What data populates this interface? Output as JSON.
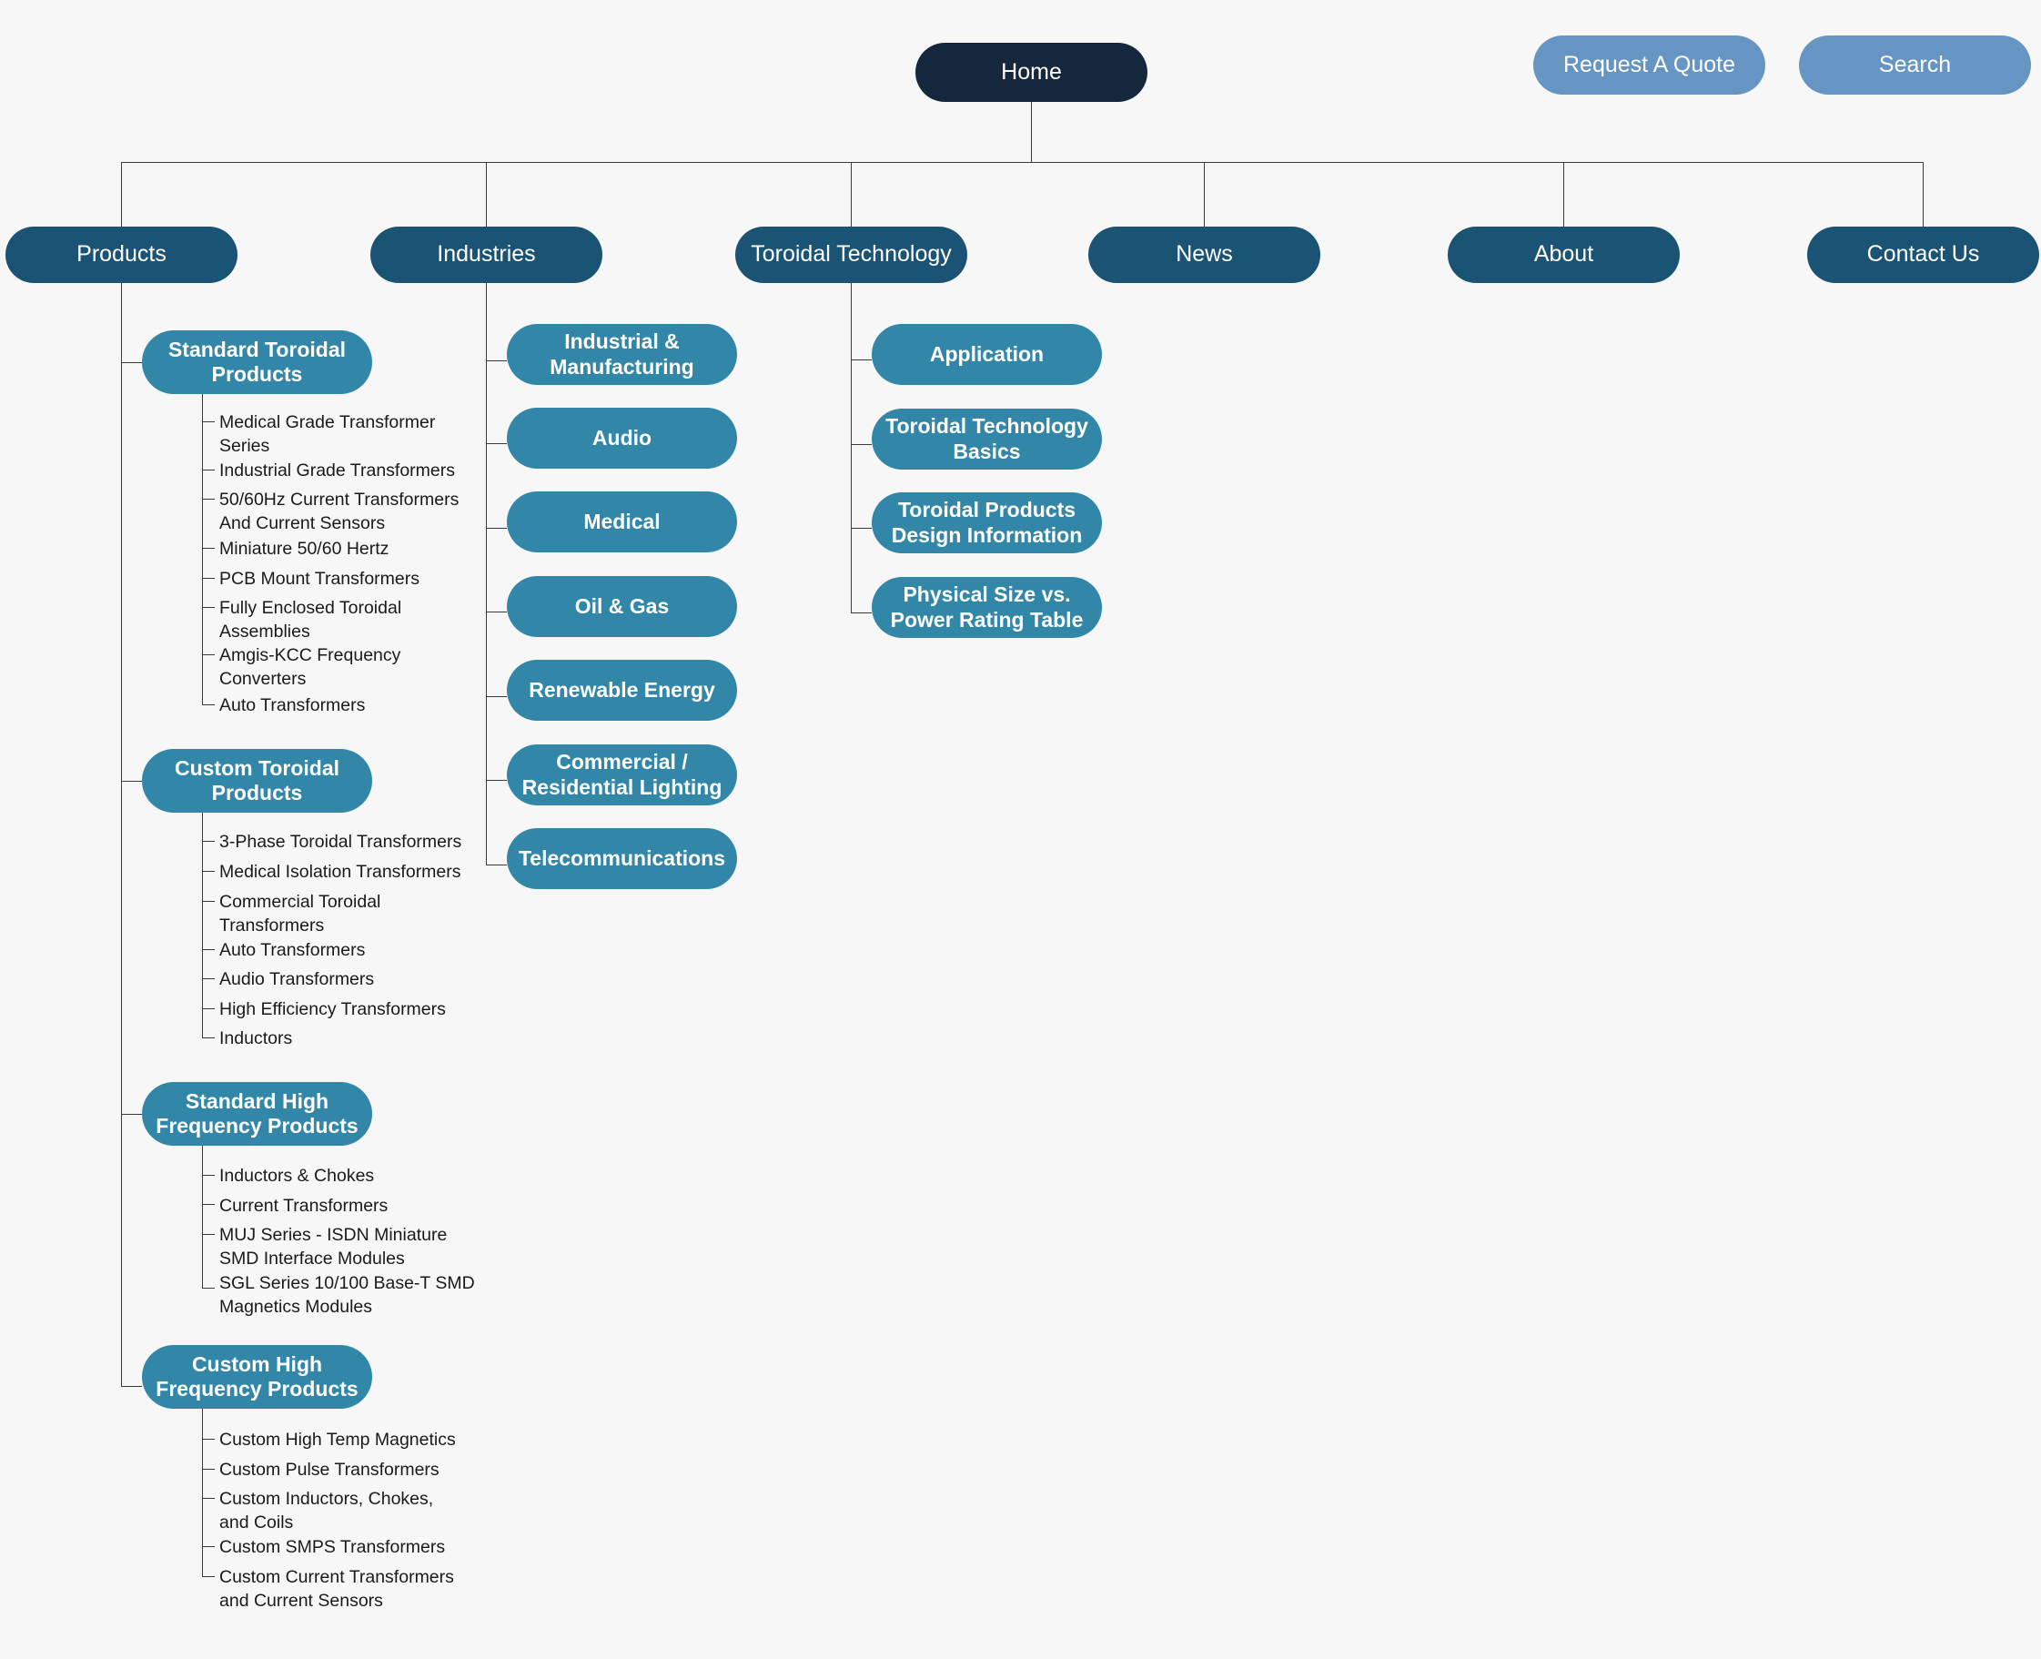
{
  "diagram": {
    "type": "sitemap-tree",
    "title": "Website Sitemap",
    "colors": {
      "background": "#f7f7f7",
      "root": "#15273c",
      "primary": "#1b5375",
      "sub": "#3287a8",
      "utility": "#6695c4",
      "line": "#3b3b3b",
      "leaf_text": "#1a1a1a",
      "node_text": "#ffffff"
    }
  },
  "root": {
    "label": "Home"
  },
  "utility_buttons": [
    {
      "label": "Request A Quote"
    },
    {
      "label": "Search"
    }
  ],
  "primary_nav": [
    {
      "label": "Products"
    },
    {
      "label": "Industries"
    },
    {
      "label": "Toroidal Technology"
    },
    {
      "label": "News"
    },
    {
      "label": "About"
    },
    {
      "label": "Contact Us"
    }
  ],
  "products": {
    "groups": [
      {
        "label": "Standard Toroidal Products",
        "children": [
          "Medical Grade Transformer Series",
          "Industrial Grade Transformers",
          "50/60Hz Current Transformers And Current Sensors",
          "Miniature 50/60 Hertz",
          "PCB Mount Transformers",
          "Fully Enclosed Toroidal Assemblies",
          "Amgis-KCC Frequency Converters",
          "Auto Transformers"
        ]
      },
      {
        "label": "Custom Toroidal Products",
        "children": [
          "3-Phase Toroidal Transformers",
          "Medical Isolation Transformers",
          "Commercial Toroidal Transformers",
          "Auto Transformers",
          "Audio Transformers",
          "High Efficiency Transformers",
          "Inductors"
        ]
      },
      {
        "label": "Standard High Frequency Products",
        "children": [
          "Inductors & Chokes",
          "Current Transformers",
          "MUJ Series - ISDN Miniature SMD Interface Modules",
          "SGL Series 10/100 Base-T SMD Magnetics Modules"
        ]
      },
      {
        "label": "Custom High Frequency Products",
        "children": [
          "Custom High Temp Magnetics",
          "Custom Pulse Transformers",
          "Custom Inductors, Chokes, and Coils",
          "Custom SMPS Transformers",
          "Custom Current Transformers and Current Sensors"
        ]
      }
    ]
  },
  "industries": {
    "children": [
      "Industrial & Manufacturing",
      "Audio",
      "Medical",
      "Oil & Gas",
      "Renewable Energy",
      "Commercial / Residential Lighting",
      "Telecommunications"
    ]
  },
  "toroidal_technology": {
    "children": [
      "Application",
      "Toroidal Technology Basics",
      "Toroidal Products Design Information",
      "Physical Size vs. Power Rating Table"
    ]
  },
  "leaf_labels": {
    "p0c0": "Medical Grade Transformer\nSeries",
    "p0c1": "Industrial Grade Transformers",
    "p0c2": "50/60Hz Current Transformers\nAnd Current Sensors",
    "p0c3": "Miniature 50/60 Hertz",
    "p0c4": "PCB Mount Transformers",
    "p0c5": "Fully Enclosed Toroidal\nAssemblies",
    "p0c6": "Amgis-KCC Frequency\nConverters",
    "p0c7": "Auto Transformers",
    "p1c0": "3-Phase Toroidal Transformers",
    "p1c1": "Medical Isolation Transformers",
    "p1c2": "Commercial Toroidal\nTransformers",
    "p1c3": "Auto Transformers",
    "p1c4": "Audio Transformers",
    "p1c5": "High Efficiency Transformers",
    "p1c6": "Inductors",
    "p2c0": "Inductors & Chokes",
    "p2c1": "Current Transformers",
    "p2c2": "MUJ Series - ISDN Miniature\nSMD Interface Modules",
    "p2c3": "SGL Series 10/100 Base-T SMD\nMagnetics Modules",
    "p3c0": "Custom High Temp Magnetics",
    "p3c1": "Custom Pulse Transformers",
    "p3c2": "Custom Inductors, Chokes,\nand Coils",
    "p3c3": "Custom SMPS Transformers",
    "p3c4": "Custom Current Transformers\nand Current Sensors"
  },
  "group_labels": {
    "g0": "Standard Toroidal\nProducts",
    "g1": "Custom Toroidal\nProducts",
    "g2": "Standard High\nFrequency Products",
    "g3": "Custom High\nFrequency Products"
  },
  "industry_labels": {
    "i0": "Industrial &\nManufacturing",
    "i1": "Audio",
    "i2": "Medical",
    "i3": "Oil & Gas",
    "i4": "Renewable Energy",
    "i5": "Commercial /\nResidential Lighting",
    "i6": "Telecommunications"
  },
  "tech_labels": {
    "t0": "Application",
    "t1": "Toroidal Technology\nBasics",
    "t2": "Toroidal Products\nDesign Information",
    "t3": "Physical Size vs.\nPower Rating Table"
  }
}
